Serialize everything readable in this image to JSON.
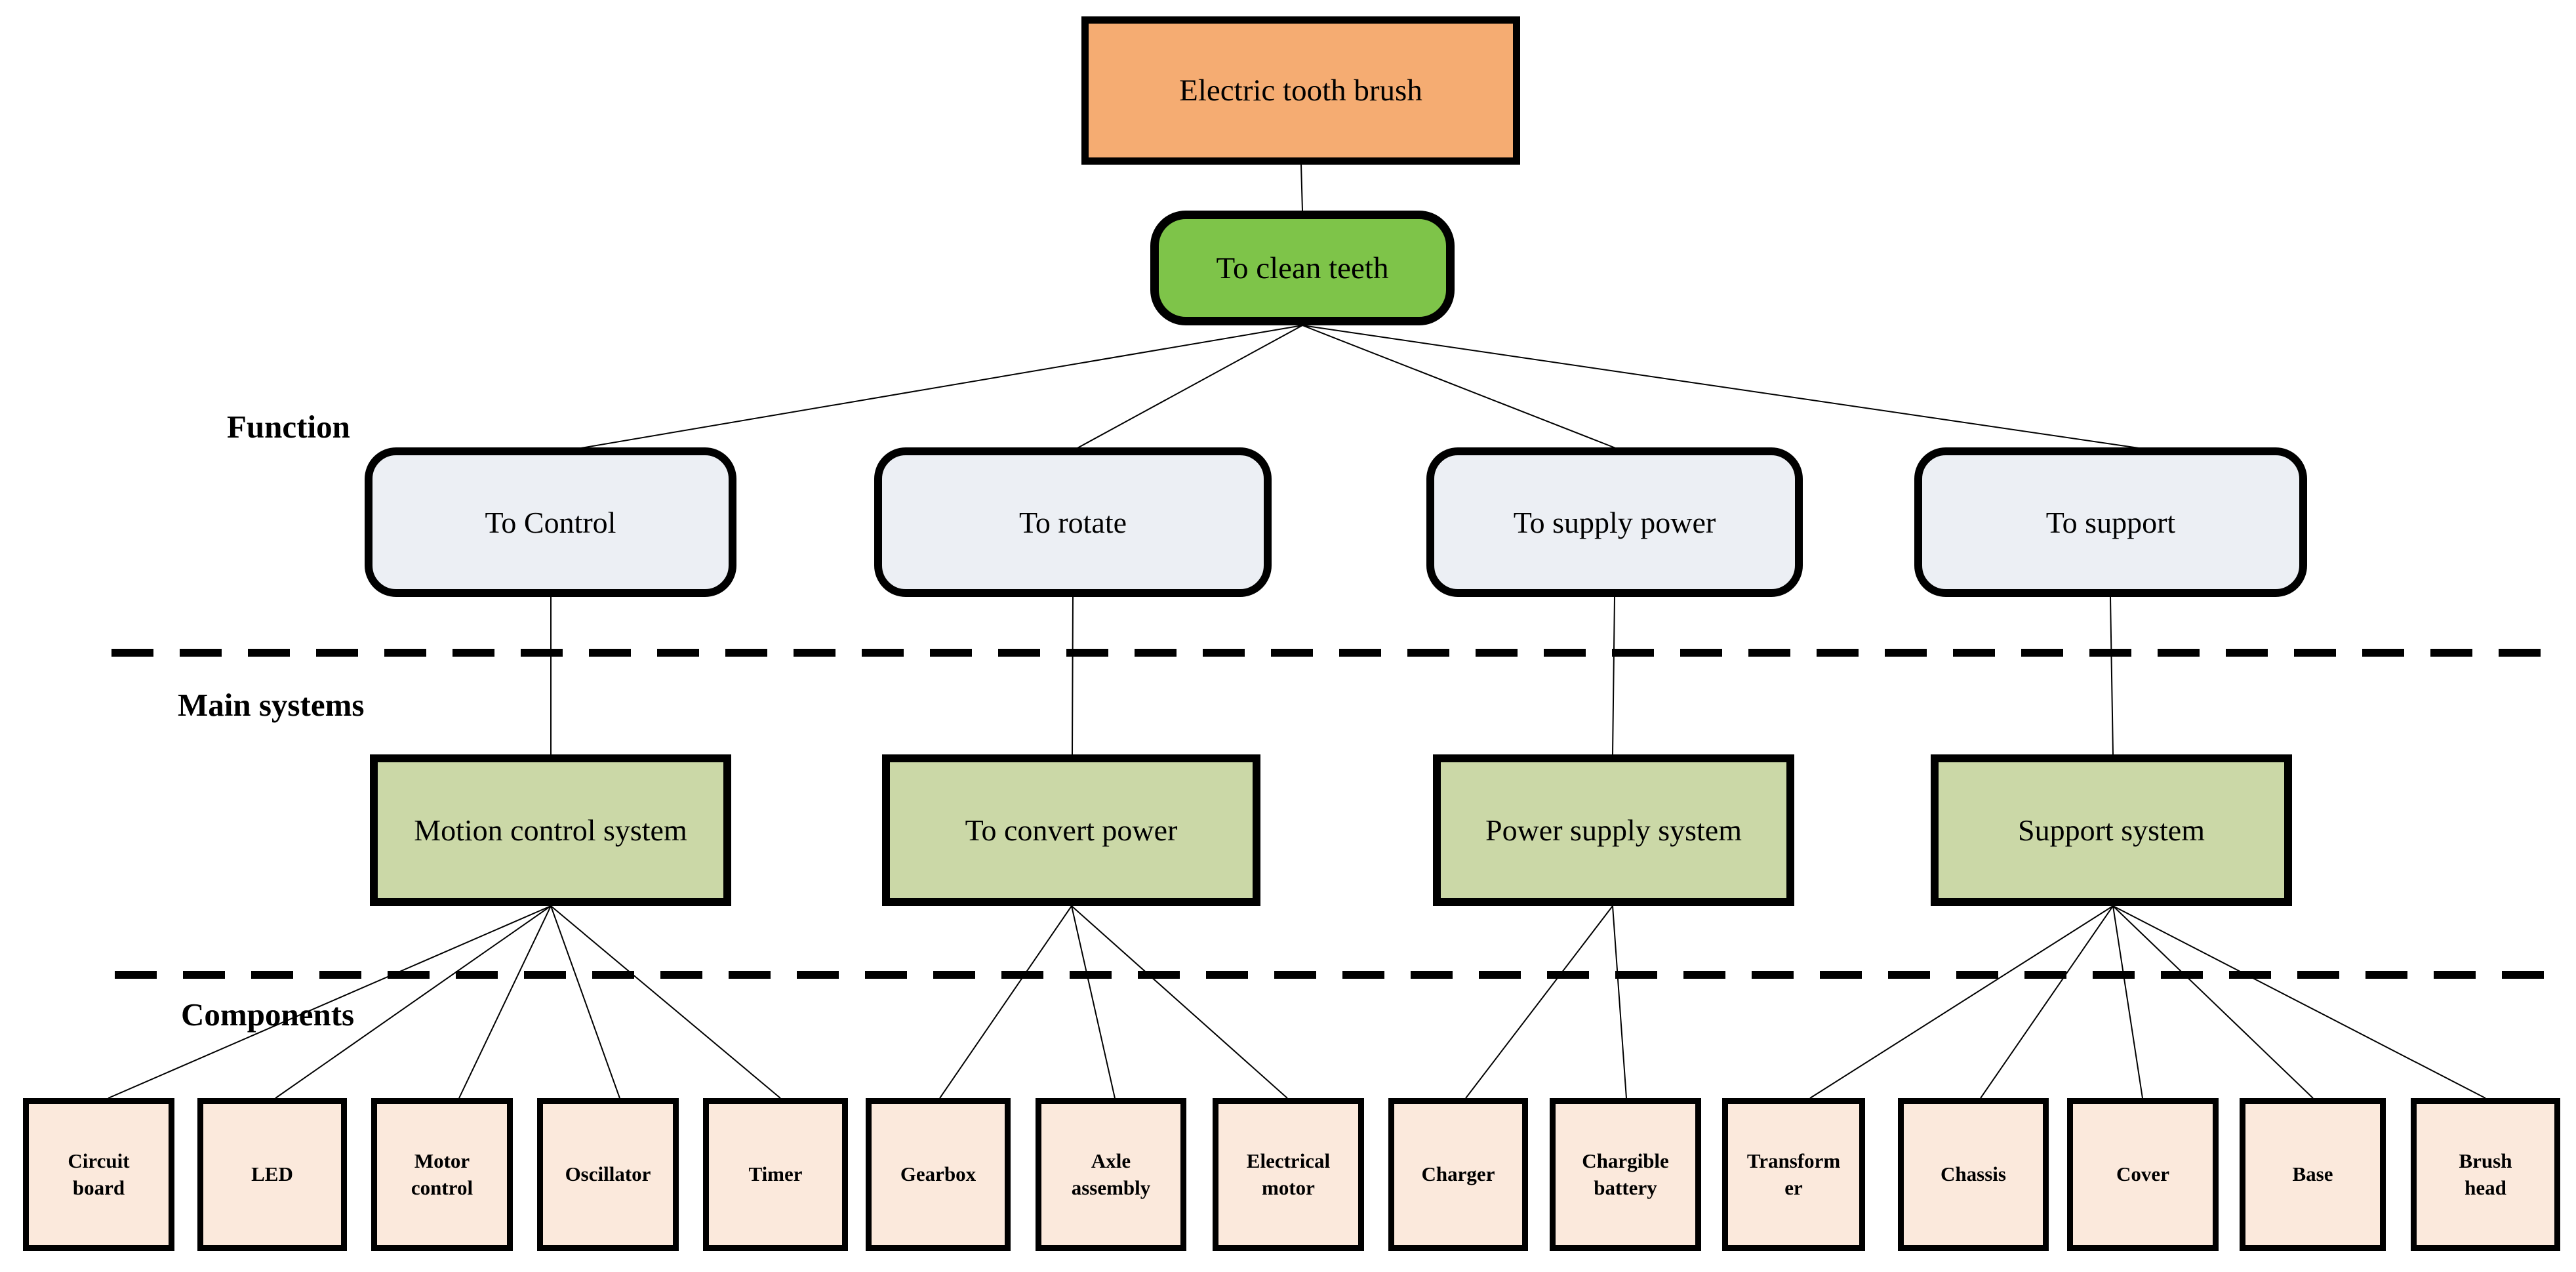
{
  "diagram": {
    "root": {
      "label": "Electric tooth brush",
      "fill": "#F5AC72"
    },
    "main_function": {
      "label": "To clean teeth",
      "fill": "#7EC449"
    },
    "row_labels": {
      "function": "Function",
      "main_systems": "Main systems",
      "components": "Components"
    },
    "functions": [
      {
        "label": "To Control"
      },
      {
        "label": "To rotate"
      },
      {
        "label": "To supply power"
      },
      {
        "label": "To support"
      }
    ],
    "systems": [
      {
        "label": "Motion control system"
      },
      {
        "label": "To convert power"
      },
      {
        "label": "Power supply system"
      },
      {
        "label": "Support system"
      }
    ],
    "components": [
      {
        "label": "Circuit\nboard"
      },
      {
        "label": "LED"
      },
      {
        "label": "Motor\ncontrol"
      },
      {
        "label": "Oscillator"
      },
      {
        "label": "Timer"
      },
      {
        "label": "Gearbox"
      },
      {
        "label": "Axle\nassembly"
      },
      {
        "label": "Electrical\nmotor"
      },
      {
        "label": "Charger"
      },
      {
        "label": "Chargible\nbattery"
      },
      {
        "label": "Transform\ner"
      },
      {
        "label": "Chassis"
      },
      {
        "label": "Cover"
      },
      {
        "label": "Base"
      },
      {
        "label": "Brush\nhead"
      }
    ],
    "structure": {
      "root_child": "To clean teeth",
      "function_children": {
        "To clean teeth": [
          "To Control",
          "To rotate",
          "To supply power",
          "To support"
        ]
      },
      "system_of_function": {
        "To Control": "Motion control system",
        "To rotate": "To convert power",
        "To supply power": "Power supply system",
        "To support": "Support system"
      },
      "components_of_system": {
        "Motion control system": [
          "Circuit board",
          "LED",
          "Motor control",
          "Oscillator",
          "Timer"
        ],
        "To convert power": [
          "Gearbox",
          "Axle assembly",
          "Electrical motor"
        ],
        "Power supply system": [
          "Charger",
          "Chargible battery"
        ],
        "Support system": [
          "Transformer",
          "Chassis",
          "Cover",
          "Base",
          "Brush head"
        ]
      }
    },
    "colors": {
      "root_fill": "#F5AC72",
      "main_function_fill": "#7EC449",
      "function_fill": "#ECEFF4",
      "system_fill": "#CBD8A7",
      "component_fill": "#FBE9DC",
      "border": "#000000",
      "line": "#000000"
    }
  }
}
